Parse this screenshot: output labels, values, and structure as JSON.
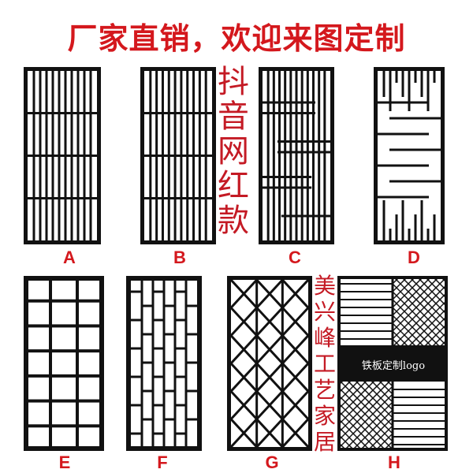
{
  "headline": "厂家直销，欢迎来图定制",
  "side_text_1": [
    "抖",
    "音",
    "网",
    "红",
    "款"
  ],
  "side_text_2": [
    "美",
    "兴",
    "峰",
    "工",
    "艺",
    "家",
    "居"
  ],
  "panel_labels": [
    "A",
    "B",
    "C",
    "D",
    "E",
    "F",
    "G",
    "H"
  ],
  "logo_text": "铁板定制logo",
  "colors": {
    "accent": "#d4181d",
    "panel": "#111111",
    "background": "#ffffff"
  }
}
